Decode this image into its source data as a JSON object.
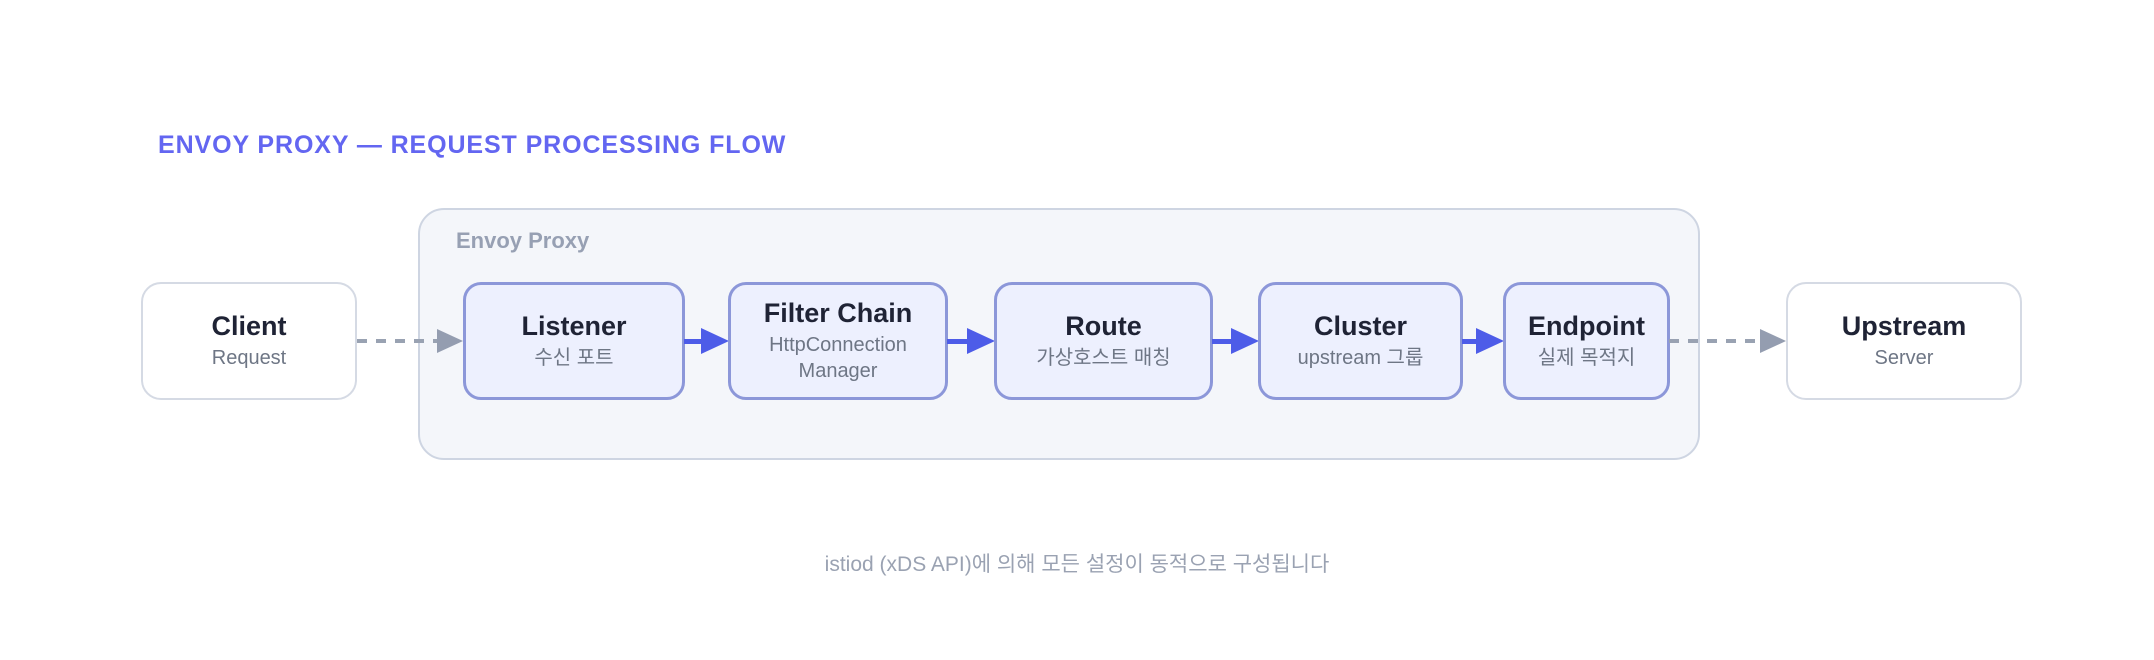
{
  "title": "ENVOY PROXY — REQUEST PROCESSING FLOW",
  "envoy_container": {
    "label": "Envoy Proxy"
  },
  "nodes": {
    "client": {
      "title": "Client",
      "subtitle": "Request"
    },
    "stages": [
      {
        "title": "Listener",
        "subtitle": "수신 포트"
      },
      {
        "title": "Filter Chain",
        "subtitle": "HttpConnection Manager"
      },
      {
        "title": "Route",
        "subtitle": "가상호스트 매칭"
      },
      {
        "title": "Cluster",
        "subtitle": "upstream 그룹"
      },
      {
        "title": "Endpoint",
        "subtitle": "실제 목적지"
      }
    ],
    "upstream": {
      "title": "Upstream",
      "subtitle": "Server"
    }
  },
  "caption": "istiod (xDS API)에 의해 모든 설정이 동적으로 구성됩니다",
  "colors": {
    "accent_title": "#6366f1",
    "flow_arrow": "#4d5ce8",
    "dashed_arrow": "#949db0",
    "stage_border": "#8c97d9",
    "stage_bg": "#edf0fe",
    "container_bg": "#f4f6fa",
    "container_border": "#ced5e2",
    "node_title_text": "#1f2335",
    "node_subtitle_text": "#6e7685"
  }
}
